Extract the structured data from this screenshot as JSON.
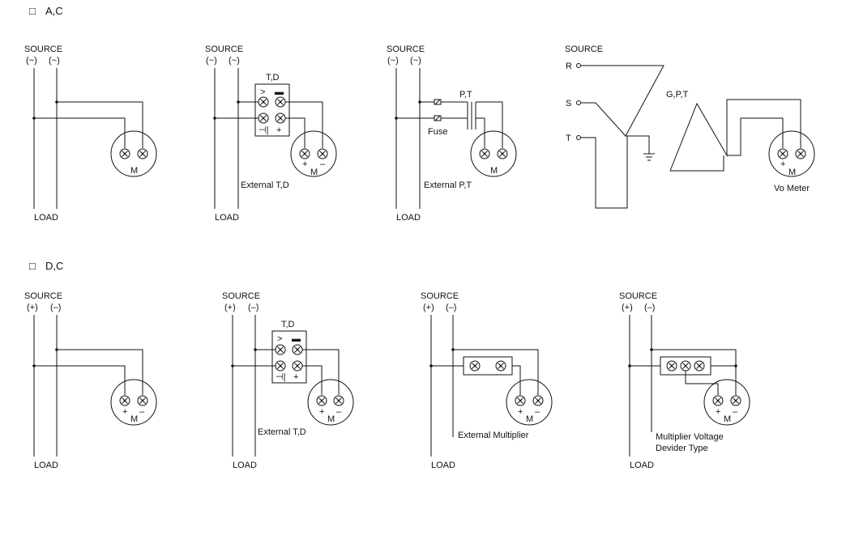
{
  "sections": {
    "ac": {
      "checkbox": "□",
      "title": "A,C"
    },
    "dc": {
      "checkbox": "□",
      "title": "D,C"
    }
  },
  "labels": {
    "source": "SOURCE",
    "load": "LOAD",
    "ac_symbol": "(~)",
    "dc_plus": "(+)",
    "dc_minus": "(–)",
    "meter": "M",
    "plus": "+",
    "minus": "–",
    "td": "T,D",
    "td_gt": ">",
    "td_bar": "▬",
    "td_ground": "⊣|",
    "td_plus": "+",
    "external_td": "External T,D",
    "pt": "P,T",
    "fuse": "Fuse",
    "external_pt": "External P,T",
    "phase_r": "R",
    "phase_s": "S",
    "phase_t": "T",
    "gpt": "G,P,T",
    "vo_meter": "Vo Meter",
    "external_multiplier": "External Multiplier",
    "multiplier_line1": "Multiplier Voltage",
    "multiplier_line2": "Devider Type"
  }
}
